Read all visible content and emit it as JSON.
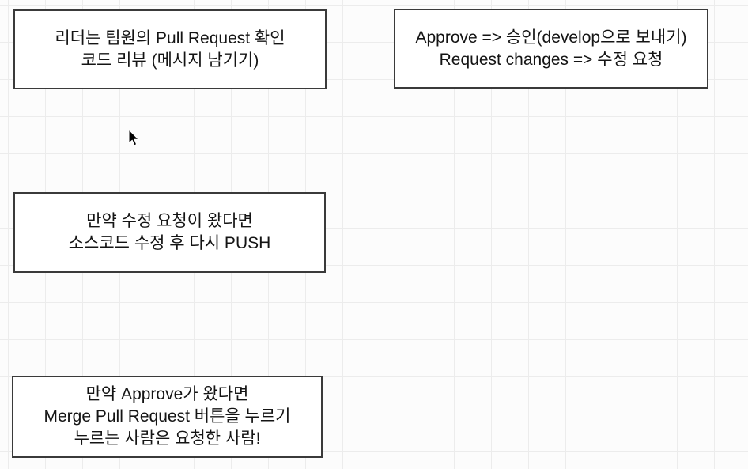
{
  "canvas": {
    "background_color": "#fcfcfc",
    "grid_line_color": "#ececec",
    "box_border_color": "#3a3a3a",
    "text_color": "#141414"
  },
  "boxes": [
    {
      "id": "box-leader-review",
      "lines": [
        "리더는 팀원의 Pull Request 확인",
        "코드 리뷰 (메시지 남기기)"
      ]
    },
    {
      "id": "box-approve-meaning",
      "lines": [
        "Approve => 승인(develop으로 보내기)",
        "Request changes => 수정 요청"
      ]
    },
    {
      "id": "box-request-changes-flow",
      "lines": [
        "만약 수정 요청이 왔다면",
        "소스코드 수정 후 다시 PUSH"
      ]
    },
    {
      "id": "box-approve-flow",
      "lines": [
        "만약 Approve가 왔다면",
        "Merge Pull Request 버튼을 누르기",
        "누르는 사람은 요청한 사람!"
      ]
    }
  ],
  "cursor": {
    "icon": "arrow-pointer"
  }
}
